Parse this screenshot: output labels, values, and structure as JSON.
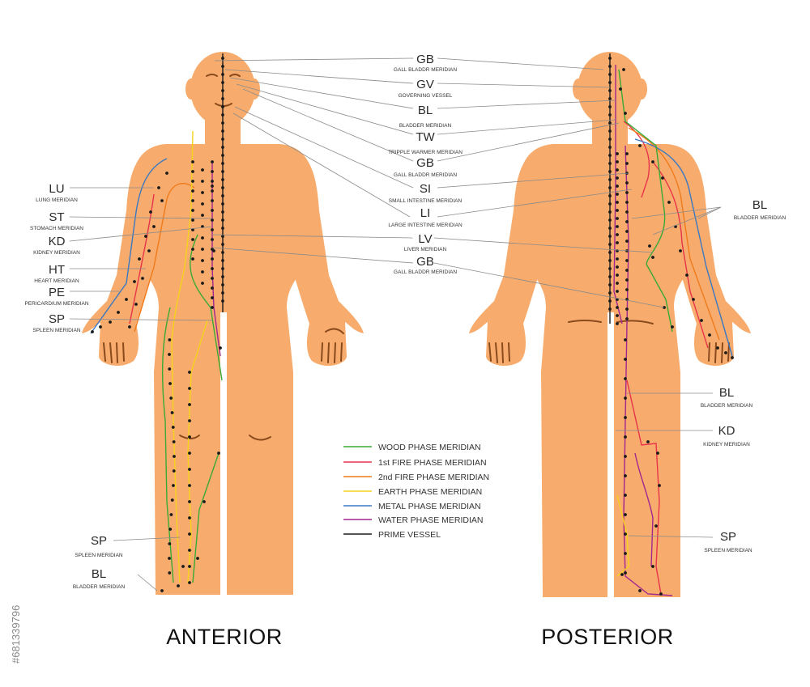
{
  "titles": {
    "anterior": "ANTERIOR",
    "posterior": "POSTERIOR"
  },
  "center_labels": [
    {
      "abbr": "GB",
      "full": "GALL BLADDR MERIDIAN"
    },
    {
      "abbr": "GV",
      "full": "GOVERNING VESSEL"
    },
    {
      "abbr": "BL",
      "full": "BLADDER MERIDIAN"
    },
    {
      "abbr": "TW",
      "full": "TRIPPLE WARMER MERIDIAN"
    },
    {
      "abbr": "GB",
      "full": "GALL BLADDR MERIDIAN"
    },
    {
      "abbr": "SI",
      "full": "SMALL INTESTINE MERIDIAN"
    },
    {
      "abbr": "LI",
      "full": "LARGE INTESTINE MERIDIAN"
    },
    {
      "abbr": "LV",
      "full": "LIVER MERIDIAN"
    },
    {
      "abbr": "GB",
      "full": "GALL BLADDR MERIDIAN"
    }
  ],
  "left_labels": [
    {
      "abbr": "LU",
      "full": "LUNG MERIDIAN"
    },
    {
      "abbr": "ST",
      "full": "STOMACH MERIDIAN"
    },
    {
      "abbr": "KD",
      "full": "KIDNEY MERIDIAN"
    },
    {
      "abbr": "HT",
      "full": "HEART MERIDIAN"
    },
    {
      "abbr": "PE",
      "full": "PERICARDIUM MERIDIAN"
    },
    {
      "abbr": "SP",
      "full": "SPLEEN MERIDIAN"
    },
    {
      "abbr": "SP",
      "full": "SPLEEN MERIDIAN"
    },
    {
      "abbr": "BL",
      "full": "BLADDER MERIDIAN"
    }
  ],
  "right_labels": [
    {
      "abbr": "BL",
      "full": "BLADDER MERIDIAN"
    },
    {
      "abbr": "BL",
      "full": "BLADDER MERIDIAN"
    },
    {
      "abbr": "KD",
      "full": "KIDNEY MERIDIAN"
    },
    {
      "abbr": "SP",
      "full": "SPLEEN MERIDIAN"
    }
  ],
  "legend": [
    {
      "label": "WOOD PHASE MERIDIAN",
      "color": "#3aa935"
    },
    {
      "label": "1st FIRE PHASE MERIDIAN",
      "color": "#e8334a"
    },
    {
      "label": "2nd FIRE PHASE MERIDIAN",
      "color": "#f07a1a"
    },
    {
      "label": "EARTH PHASE MERIDIAN",
      "color": "#f5d31c"
    },
    {
      "label": "METAL PHASE MERIDIAN",
      "color": "#3b78c3"
    },
    {
      "label": "WATER PHASE MERIDIAN",
      "color": "#a3268f"
    },
    {
      "label": "PRIME VESSEL",
      "color": "#1a1a1a"
    }
  ],
  "colors": {
    "skin": "#f7ac6d",
    "line": "#8a8a8a",
    "dot": "#1a1a1a"
  },
  "watermark": "#681339796"
}
